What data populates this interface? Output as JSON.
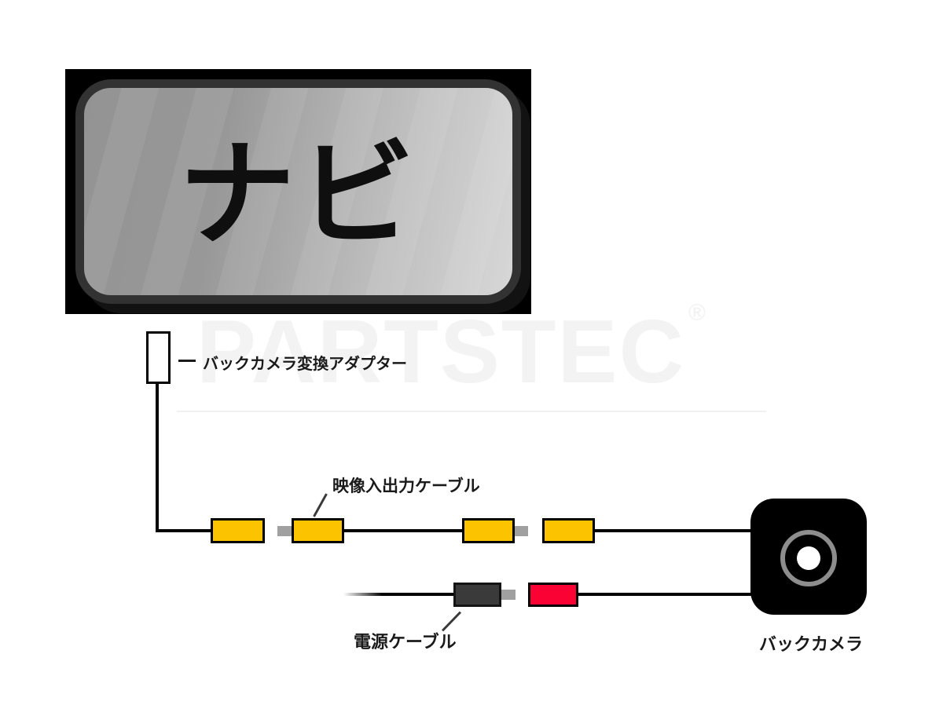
{
  "diagram": {
    "title_hint": "back camera wiring diagram",
    "nav_unit": {
      "label": "ナビ"
    },
    "adapter": {
      "label": "バックカメラ変換アダプター"
    },
    "video_cable": {
      "label": "映像入出力ケーブル",
      "connector_count": 4,
      "connector_color": "#FCC400",
      "tip_color": "#A0A0A0"
    },
    "power_cable": {
      "label": "電源ケーブル",
      "plug_color": "#3A3A3A",
      "jack_color": "#FB0235"
    },
    "camera": {
      "label": "バックカメラ"
    }
  },
  "watermark": {
    "brand": "PARTSTEC",
    "registered_mark": "®",
    "color": "#F3F3F3"
  },
  "colors": {
    "background": "#FFFFFF",
    "nav_frame": "#000000",
    "nav_bezel": "#323232",
    "screen_gray_left": "#939393",
    "screen_gray_right": "#D7D7D7",
    "wire": "#000000",
    "label_text": "#1A1A1A"
  }
}
